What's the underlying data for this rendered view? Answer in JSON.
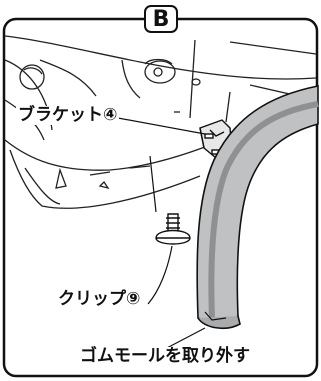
{
  "section_tag": "B",
  "labels": {
    "bracket": "ブラケット④",
    "clip": "クリップ⑨",
    "caption": "ゴムモールを取り外す"
  },
  "colors": {
    "outline": "#111111",
    "molding_fill": "#bfc1c3",
    "molding_shadow": "#8e9092"
  }
}
